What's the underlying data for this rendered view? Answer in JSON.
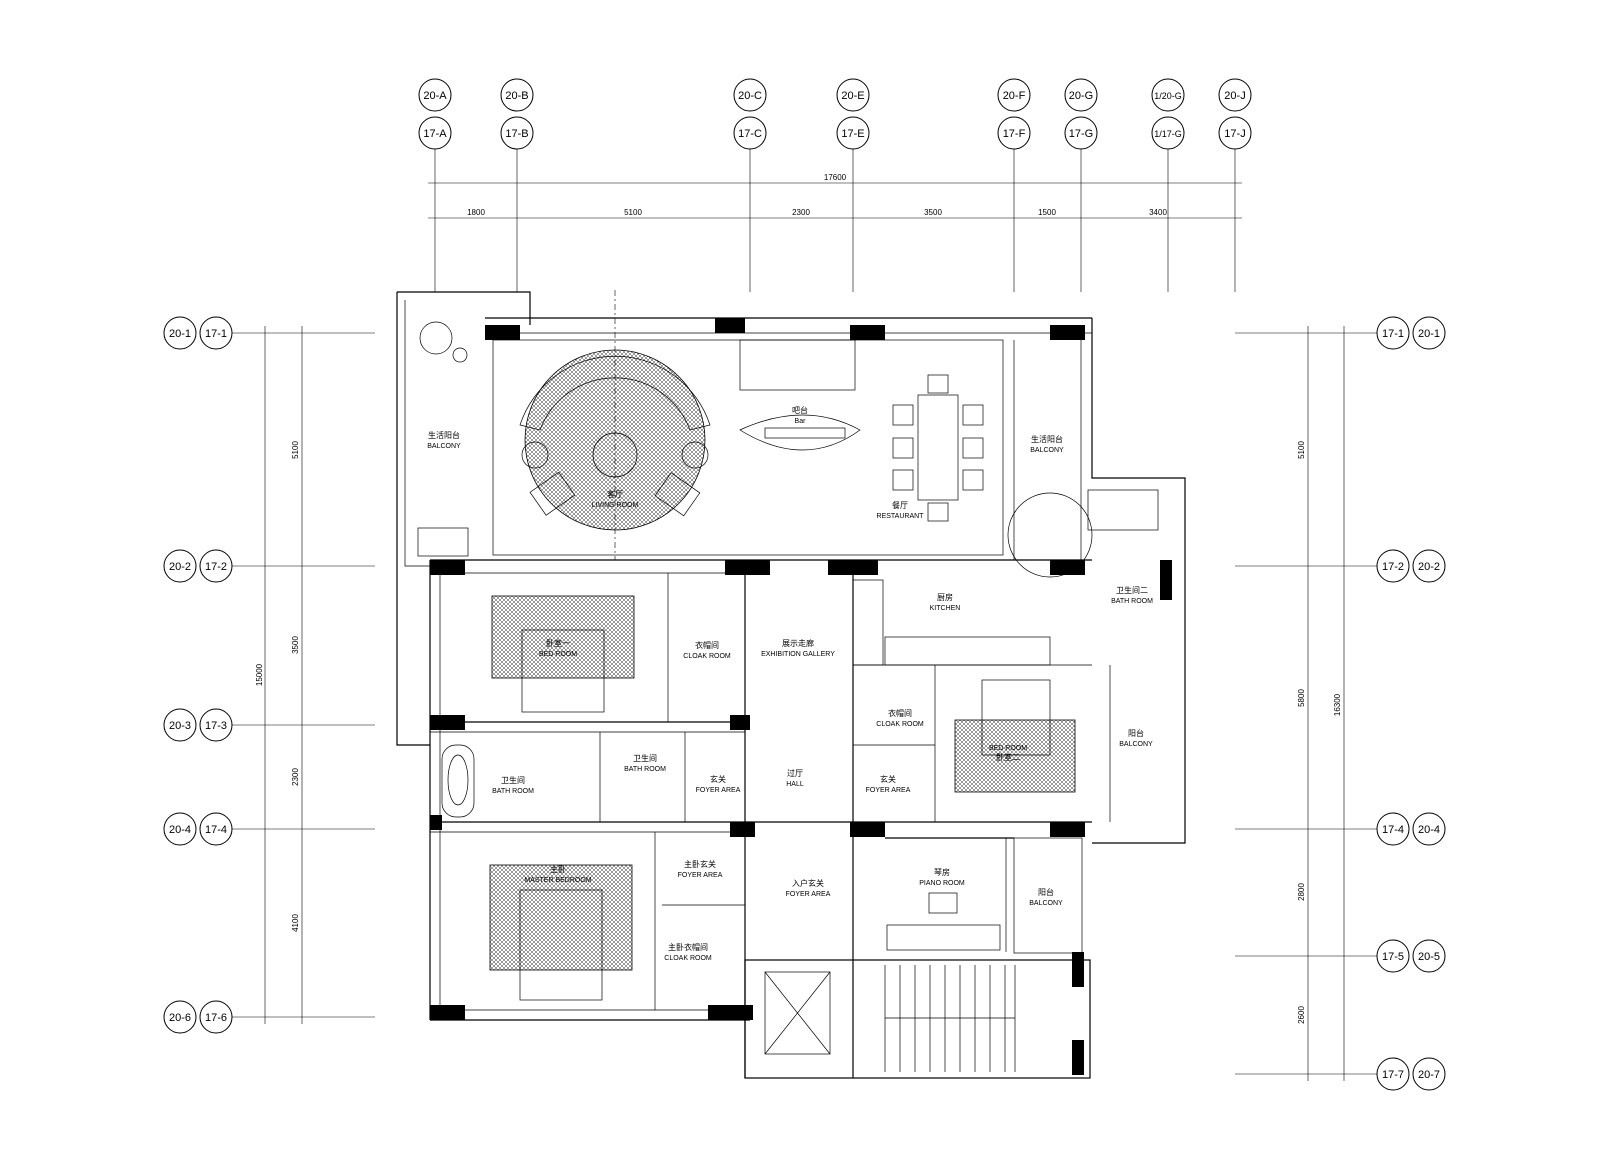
{
  "top_axes": [
    {
      "upper": "20-A",
      "lower": "17-A"
    },
    {
      "upper": "20-B",
      "lower": "17-B"
    },
    {
      "upper": "20-C",
      "lower": "17-C"
    },
    {
      "upper": "20-E",
      "lower": "17-E"
    },
    {
      "upper": "20-F",
      "lower": "17-F"
    },
    {
      "upper": "20-G",
      "lower": "17-G"
    },
    {
      "upper": "1/20-G",
      "lower": "1/17-G"
    },
    {
      "upper": "20-J",
      "lower": "17-J"
    }
  ],
  "left_axes": [
    {
      "a": "20-1",
      "b": "17-1"
    },
    {
      "a": "20-2",
      "b": "17-2"
    },
    {
      "a": "20-3",
      "b": "17-3"
    },
    {
      "a": "20-4",
      "b": "17-4"
    },
    {
      "a": "20-6",
      "b": "17-6"
    }
  ],
  "right_axes": [
    {
      "a": "17-1",
      "b": "20-1"
    },
    {
      "a": "17-2",
      "b": "20-2"
    },
    {
      "a": "17-4",
      "b": "20-4"
    },
    {
      "a": "17-5",
      "b": "20-5"
    },
    {
      "a": "17-7",
      "b": "20-7"
    }
  ],
  "dimensions": {
    "top_total": "17600",
    "top_segments": [
      "1800",
      "5100",
      "2300",
      "3500",
      "1500",
      "3400"
    ],
    "left_total": "15000",
    "left_segments": [
      "5100",
      "3500",
      "2300",
      "4100"
    ],
    "right_total": "16300",
    "right_segments": [
      "5100",
      "5800",
      "2800",
      "2600"
    ]
  },
  "rooms": {
    "balcony_west": {
      "cn": "生活阳台",
      "en": "BALCONY"
    },
    "living_room": {
      "cn": "客厅",
      "en": "LIVING ROOM"
    },
    "bar": {
      "cn": "吧台",
      "en": "Bar"
    },
    "restaurant": {
      "cn": "餐厅",
      "en": "RESTAURANT"
    },
    "balcony_east": {
      "cn": "生活阳台",
      "en": "BALCONY"
    },
    "kitchen": {
      "cn": "厨房",
      "en": "KITCHEN"
    },
    "bath_room_east": {
      "cn": "卫生间二",
      "en": "BATH ROOM"
    },
    "bed_room_1": {
      "cn": "卧室一",
      "en": "BED ROOM"
    },
    "cloak_room_1": {
      "cn": "衣帽间",
      "en": "CLOAK ROOM"
    },
    "exhibition_gallery": {
      "cn": "展示走廊",
      "en": "EXHIBITION GALLERY"
    },
    "cloak_room_2": {
      "cn": "衣帽间",
      "en": "CLOAK ROOM"
    },
    "bed_room_2": {
      "cn": "卧室二",
      "en": "BED ROOM"
    },
    "balcony_se": {
      "cn": "阳台",
      "en": "BALCONY"
    },
    "bath_room_west": {
      "cn": "卫生间",
      "en": "BATH ROOM"
    },
    "bath_room_small": {
      "cn": "卫生间",
      "en": "BATH ROOM"
    },
    "foyer_area_1": {
      "cn": "玄关",
      "en": "FOYER AREA"
    },
    "hall": {
      "cn": "过厅",
      "en": "HALL"
    },
    "foyer_area_2": {
      "cn": "玄关",
      "en": "FOYER AREA"
    },
    "master_bedroom": {
      "cn": "主卧",
      "en": "MASTER BEDROOM"
    },
    "foyer_area_3": {
      "cn": "主卧玄关",
      "en": "FOYER AREA"
    },
    "cloak_room_3": {
      "cn": "主卧衣帽间",
      "en": "CLOAK ROOM"
    },
    "foyer_area_entry": {
      "cn": "入户玄关",
      "en": "FOYER AREA"
    },
    "piano_room": {
      "cn": "琴房",
      "en": "PIANO ROOM"
    },
    "balcony_piano": {
      "cn": "阳台",
      "en": "BALCONY"
    }
  }
}
